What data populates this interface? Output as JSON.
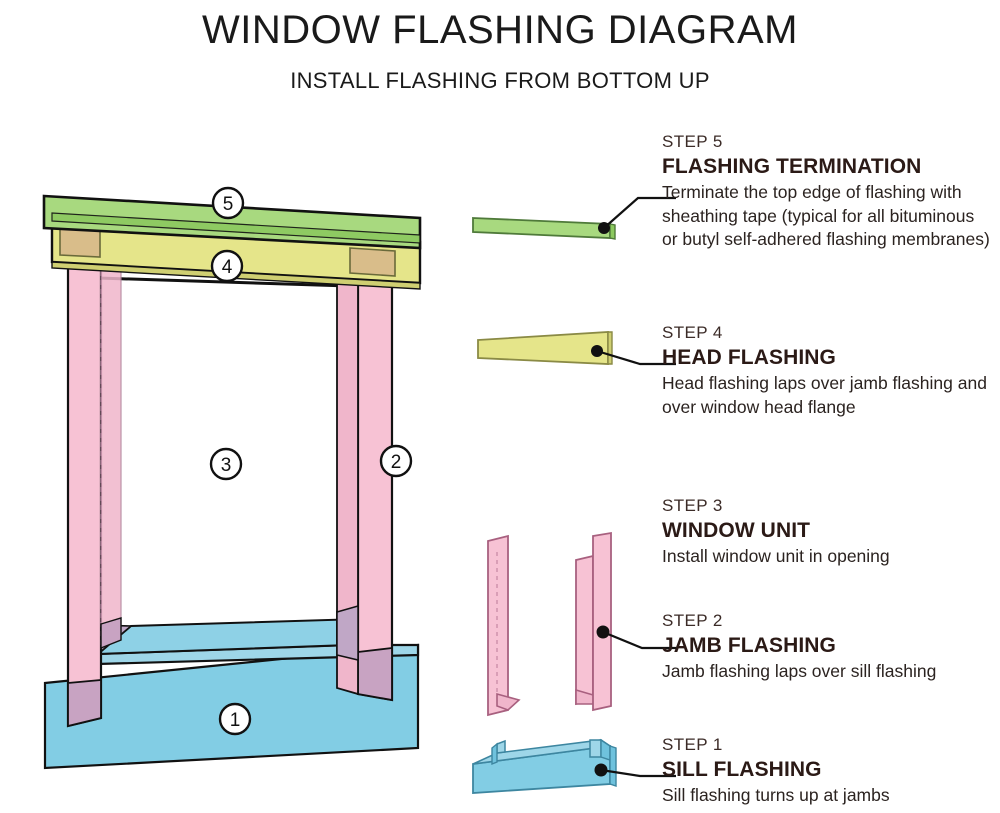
{
  "header": {
    "title": "WINDOW FLASHING DIAGRAM",
    "subtitle": "INSTALL FLASHING FROM BOTTOM UP"
  },
  "colors": {
    "sill_flashing_blue": "#82cde4",
    "jamb_flashing_pink": "#f7c2d4",
    "head_flashing_yellow": "#e5e58a",
    "termination_green": "#a8d97f",
    "overlap_tan": "#d9bd8a",
    "overlap_mauve": "#cba6c3",
    "outline": "#1a1a1a",
    "wall_hatch": "#8a8a8a",
    "text_dark": "#2b1a16"
  },
  "diagram": {
    "callouts": [
      {
        "id": "1",
        "label": "1",
        "step": "SILL FLASHING"
      },
      {
        "id": "2",
        "label": "2",
        "step": "JAMB FLASHING"
      },
      {
        "id": "3",
        "label": "3",
        "step": "WINDOW UNIT"
      },
      {
        "id": "4",
        "label": "4",
        "step": "HEAD FLASHING"
      },
      {
        "id": "5",
        "label": "5",
        "step": "FLASHING TERMINATION"
      }
    ],
    "wall_label": "sheathing-wall-hatch",
    "window_opening_label": "window-unit-opening"
  },
  "steps": [
    {
      "number": "5",
      "kicker": "STEP 5",
      "title": "FLASHING TERMINATION",
      "desc": "Terminate the top edge of flashing with sheathing tape (typical for all bituminous or butyl self-adhered flashing membranes)",
      "part_color": "#a8d97f",
      "part_name": "termination-tape-strip"
    },
    {
      "number": "4",
      "kicker": "STEP 4",
      "title": "HEAD FLASHING",
      "desc": "Head flashing laps over jamb flashing and over window head flange",
      "part_color": "#e5e58a",
      "part_name": "head-flashing-strip"
    },
    {
      "number": "3",
      "kicker": "STEP 3",
      "title": "WINDOW UNIT",
      "desc": "Install window unit in opening",
      "part_color": "#f7c2d4",
      "part_name": "window-unit-part"
    },
    {
      "number": "2",
      "kicker": "STEP 2",
      "title": "JAMB FLASHING",
      "desc": "Jamb flashing laps over sill flashing",
      "part_color": "#f7c2d4",
      "part_name": "jamb-flashing-part"
    },
    {
      "number": "1",
      "kicker": "STEP 1",
      "title": "SILL FLASHING",
      "desc": "Sill flashing turns up at jambs",
      "part_color": "#82cde4",
      "part_name": "sill-flashing-part"
    }
  ]
}
